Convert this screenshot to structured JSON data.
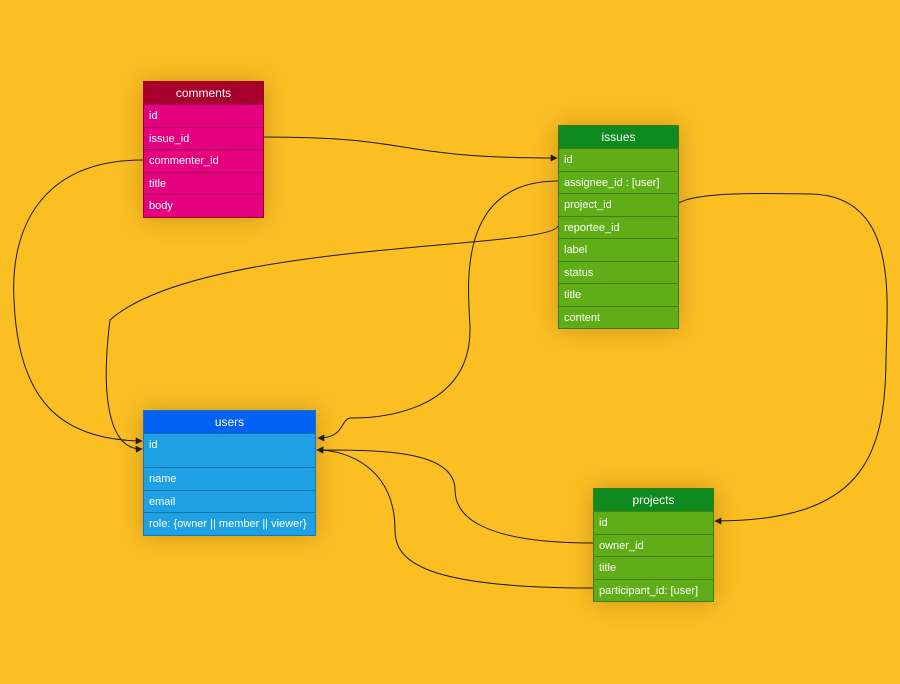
{
  "colors": {
    "background": "#fbbf24",
    "comments_header": "#a8002e",
    "comments_body": "#e4007f",
    "issues_header": "#0e8a1e",
    "issues_body": "#5fad17",
    "users_header": "#0061f2",
    "users_body": "#1ea0e4",
    "projects_header": "#0e8a1e",
    "projects_body": "#5fad17",
    "connector": "#1a1a1a"
  },
  "entities": {
    "comments": {
      "title": "comments",
      "fields": [
        "id",
        "issue_id",
        "commenter_id",
        "title",
        "body"
      ]
    },
    "issues": {
      "title": "issues",
      "fields": [
        "id",
        "assignee_id : [user]",
        "project_id",
        "reportee_id",
        "label",
        "status",
        "title",
        "content"
      ]
    },
    "users": {
      "title": "users",
      "fields": [
        "id",
        "name",
        "email",
        "role: {owner || member || viewer}"
      ]
    },
    "projects": {
      "title": "projects",
      "fields": [
        "id",
        "owner_id",
        "title",
        "participant_id: [user]"
      ]
    }
  },
  "relations": [
    {
      "from": "comments.issue_id",
      "to": "issues.id"
    },
    {
      "from": "comments.commenter_id",
      "to": "users.id"
    },
    {
      "from": "issues.assignee_id",
      "to": "users.id"
    },
    {
      "from": "issues.reportee_id",
      "to": "users.id"
    },
    {
      "from": "issues.project_id",
      "to": "projects.id"
    },
    {
      "from": "projects.owner_id",
      "to": "users.id"
    },
    {
      "from": "projects.participant_id",
      "to": "users.id"
    }
  ]
}
